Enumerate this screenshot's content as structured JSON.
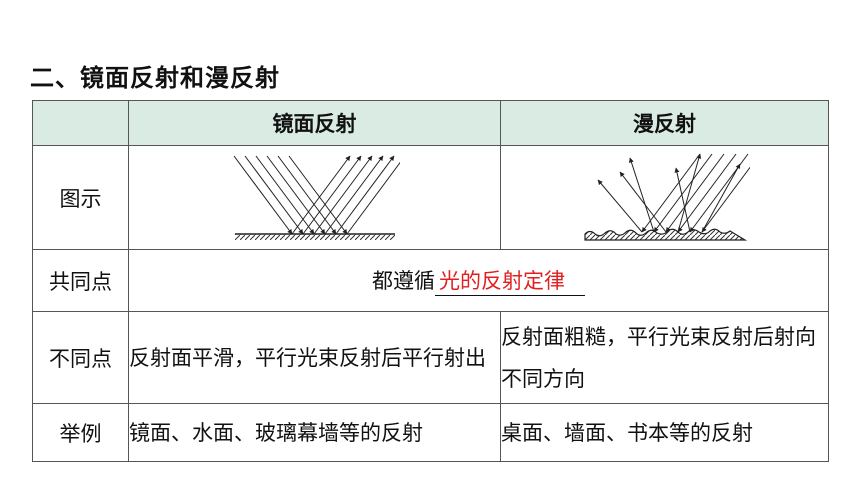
{
  "heading": "二、镜面反射和漫反射",
  "table": {
    "headers": [
      "",
      "镜面反射",
      "漫反射"
    ],
    "rows": {
      "diagram": {
        "label": "图示"
      },
      "common": {
        "label": "共同点",
        "prefix": "都遵循",
        "answer": "光的反射定律"
      },
      "difference": {
        "label": "不同点",
        "specular": "反射面平滑，平行光束反射后平行射出",
        "diffuse": "反射面粗糙，平行光束反射后射向不同方向"
      },
      "example": {
        "label": "举例",
        "specular": "镜面、水面、玻璃幕墙等的反射",
        "diffuse": "桌面、墙面、书本等的反射"
      }
    }
  }
}
